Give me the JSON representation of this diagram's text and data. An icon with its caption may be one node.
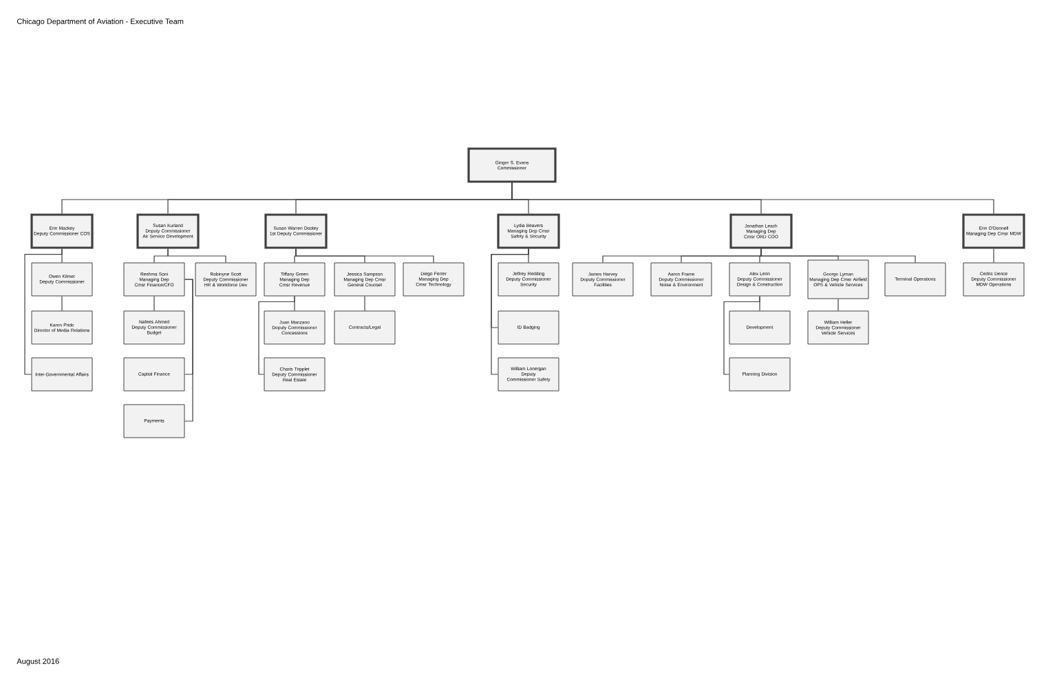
{
  "diagram": {
    "title": "Chicago Department of Aviation - Executive Team",
    "nodes": [
      {
        "text": [
          "Ginger S. Evans",
          "Commissioner"
        ]
      },
      {
        "text": [
          "Erin Mackey",
          "Deputy Commissioner COS"
        ]
      },
      {
        "text": [
          "Susan Kurland",
          "Deputy Commissioner Air Service Development"
        ]
      },
      {
        "text": [
          "Susan Warren Dooley",
          "1st Deputy Commissioner"
        ]
      },
      {
        "text": [
          "Lydia Beavers",
          "Managing Dep Cmsr Safety & Security"
        ]
      },
      {
        "text": [
          "Jonathan Leach",
          "Managing Dep Cmsr ORD COO"
        ]
      },
      {
        "text": [
          "Erin O'Donnell",
          "Managing Dep Cmsr MDW"
        ]
      },
      {
        "text": [
          "Owen Kilmer",
          "Deputy Commissioner"
        ]
      },
      {
        "text": [
          "Karen Pride",
          "Director of Media Relations"
        ]
      },
      {
        "text": [
          "Inter-Governmental Affairs"
        ]
      },
      {
        "text": [
          "Reshma Soni",
          "Managing Dep Cmsr Finance/CFO"
        ]
      },
      {
        "text": [
          "Robinyne Scott",
          "Deputy Commissioner HR & Workforce Dev"
        ]
      },
      {
        "text": [
          "Nafees Ahmed",
          "Deputy Commissioner Budget"
        ]
      },
      {
        "text": [
          "Capital Finance"
        ]
      },
      {
        "text": [
          "Payments"
        ]
      },
      {
        "text": [
          "Tiffany Green",
          "Managing Dep Cmsr Revenue"
        ]
      },
      {
        "text": [
          "Jessica Sampson",
          "Managing Dep Cmsr General Counsel"
        ]
      },
      {
        "text": [
          "Diego Ferrer",
          "Managing Dep Cmsr Technology"
        ]
      },
      {
        "text": [
          "Juan Manzano",
          "Deputy Commissioner Concessions"
        ]
      },
      {
        "text": [
          "Charis Tripplet",
          "Deputy Commissioner Real Estate"
        ]
      },
      {
        "text": [
          "Contracts/Legal"
        ]
      },
      {
        "text": [
          "Jeffrey Redding",
          "Deputy Commissioner Security"
        ]
      },
      {
        "text": [
          "ID Badging"
        ]
      },
      {
        "text": [
          "William Lonergan",
          "Deputy Commissioner Safety"
        ]
      },
      {
        "text": [
          "James Harvey",
          "Deputy Commissioner Facilities"
        ]
      },
      {
        "text": [
          "Aaron Frame",
          "Deputy Commissioner Noise & Environment"
        ]
      },
      {
        "text": [
          "Alex Leon",
          "Deputy Commissioner Design & Construction"
        ]
      },
      {
        "text": [
          "George Lyman",
          "Managing Dep Cmsr Airfield OPS & Vehicle Services"
        ]
      },
      {
        "text": [
          "Terminal Operations"
        ]
      },
      {
        "text": [
          "Development"
        ]
      },
      {
        "text": [
          "Planning Division"
        ]
      },
      {
        "text": [
          "William Heller",
          "Deputy Commissioner Vehicle Services"
        ]
      },
      {
        "text": [
          "Cedric Dence",
          "Deputy Commissioner MDW Operations"
        ]
      }
    ],
    "edges": [
      {
        "from": 0,
        "to": 1,
        "arrow": "none"
      },
      {
        "from": 0,
        "to": 2,
        "arrow": "none"
      },
      {
        "from": 0,
        "to": 3,
        "arrow": "none"
      },
      {
        "from": 0,
        "to": 4,
        "arrow": "none"
      },
      {
        "from": 0,
        "to": 5,
        "arrow": "none"
      },
      {
        "from": 0,
        "to": 6,
        "arrow": "none"
      },
      {
        "from": 1,
        "to": 7,
        "arrow": "none"
      },
      {
        "from": 7,
        "to": 8,
        "arrow": "none"
      },
      {
        "from": 1,
        "to": 9,
        "arrow": "none"
      },
      {
        "from": 2,
        "to": 10,
        "arrow": "none"
      },
      {
        "from": 2,
        "to": 11,
        "arrow": "none"
      },
      {
        "from": 10,
        "to": 12,
        "arrow": "none"
      },
      {
        "from": 10,
        "to": 13,
        "arrow": "none"
      },
      {
        "from": 10,
        "to": 14,
        "arrow": "none"
      },
      {
        "from": 3,
        "to": 15,
        "arrow": "none"
      },
      {
        "from": 3,
        "to": 16,
        "arrow": "none"
      },
      {
        "from": 3,
        "to": 17,
        "arrow": "none"
      },
      {
        "from": 15,
        "to": 18,
        "arrow": "none"
      },
      {
        "from": 15,
        "to": 19,
        "arrow": "none"
      },
      {
        "from": 16,
        "to": 20,
        "arrow": "none"
      },
      {
        "from": 4,
        "to": 21,
        "arrow": "none"
      },
      {
        "from": 4,
        "to": 22,
        "arrow": "none"
      },
      {
        "from": 4,
        "to": 23,
        "arrow": "none"
      },
      {
        "from": 5,
        "to": 24,
        "arrow": "none"
      },
      {
        "from": 5,
        "to": 25,
        "arrow": "none"
      },
      {
        "from": 5,
        "to": 26,
        "arrow": "none"
      },
      {
        "from": 5,
        "to": 27,
        "arrow": "none"
      },
      {
        "from": 5,
        "to": 28,
        "arrow": "none"
      },
      {
        "from": 26,
        "to": 29,
        "arrow": "none"
      },
      {
        "from": 26,
        "to": 30,
        "arrow": "none"
      },
      {
        "from": 27,
        "to": 31,
        "arrow": "none"
      },
      {
        "from": 6,
        "to": 32,
        "arrow": "none"
      }
    ],
    "labels": [
      "August 2016"
    ]
  }
}
